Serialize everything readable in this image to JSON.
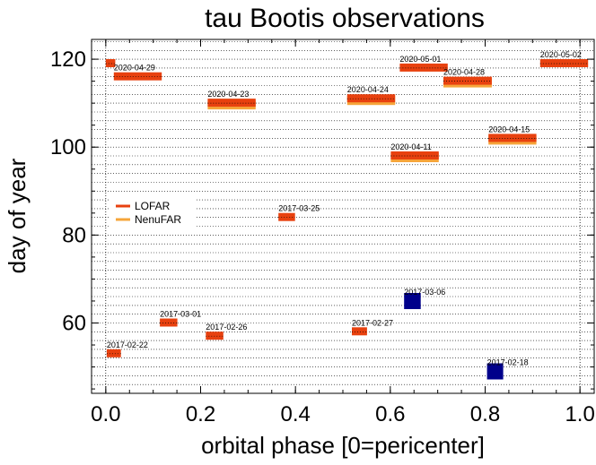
{
  "chart_data": {
    "type": "scatter",
    "title": "tau Bootis observations",
    "xlabel": "orbital phase [0=pericenter]",
    "ylabel": "day of year",
    "xlim": [
      -0.03,
      1.03
    ],
    "ylim": [
      44,
      124.5
    ],
    "xticks": [
      0.0,
      0.2,
      0.4,
      0.6,
      0.8,
      1.0
    ],
    "xtick_labels": [
      "0.0",
      "0.2",
      "0.4",
      "0.6",
      "0.8",
      "1.0"
    ],
    "yticks": [
      60,
      80,
      100,
      120
    ],
    "ytick_labels": [
      "60",
      "80",
      "100",
      "120"
    ],
    "vertical_dotted_lines": [
      0.0,
      1.0
    ],
    "horizontal_dotted_spacing": 2,
    "grid": true,
    "legend": {
      "placement": "left",
      "entries": [
        {
          "name": "LOFAR",
          "color": "#e8410f"
        },
        {
          "name": "NenuFAR",
          "color": "#f6a53a"
        }
      ]
    },
    "colors": {
      "lofar": "#e8410f",
      "nenufar": "#f6a53a",
      "other": "#00008b",
      "grid": "#000000"
    },
    "observations": [
      {
        "label": "2017-02-18",
        "date": "2017-02-18",
        "x_start": 0.804,
        "x_end": 0.838,
        "y": 49,
        "kind": "other"
      },
      {
        "label": "2017-02-22",
        "date": "2017-02-22",
        "x_start": 0.002,
        "x_end": 0.032,
        "y": 53,
        "kind": "lofar"
      },
      {
        "label": "2017-02-26",
        "date": "2017-02-26",
        "x_start": 0.211,
        "x_end": 0.248,
        "y": 57,
        "kind": "lofar"
      },
      {
        "label": "2017-02-27",
        "date": "2017-02-27",
        "x_start": 0.519,
        "x_end": 0.551,
        "y": 58,
        "kind": "lofar"
      },
      {
        "label": "2017-03-01",
        "date": "2017-03-01",
        "x_start": 0.114,
        "x_end": 0.151,
        "y": 60,
        "kind": "lofar"
      },
      {
        "label": "2017-03-06",
        "date": "2017-03-06",
        "x_start": 0.629,
        "x_end": 0.664,
        "y": 65,
        "kind": "other"
      },
      {
        "label": "2017-03-25",
        "date": "2017-03-25",
        "x_start": 0.364,
        "x_end": 0.399,
        "y": 84,
        "kind": "lofar"
      },
      {
        "label": "2020-04-11",
        "date": "2020-04-11",
        "x_start": 0.601,
        "x_end": 0.702,
        "y": 98,
        "kind": "both"
      },
      {
        "label": "2020-04-15",
        "date": "2020-04-15",
        "x_start": 0.807,
        "x_end": 0.908,
        "y": 102,
        "kind": "both"
      },
      {
        "label": "2020-04-23",
        "date": "2020-04-23",
        "x_start": 0.215,
        "x_end": 0.316,
        "y": 110,
        "kind": "both"
      },
      {
        "label": "2020-04-24",
        "date": "2020-04-24",
        "x_start": 0.509,
        "x_end": 0.61,
        "y": 111,
        "kind": "both"
      },
      {
        "label": "2020-04-28",
        "date": "2020-04-28",
        "x_start": 0.712,
        "x_end": 0.814,
        "y": 115,
        "kind": "both"
      },
      {
        "label": "2020-04-29",
        "date": "2020-04-29",
        "x_start": 0.017,
        "x_end": 0.118,
        "y": 116,
        "kind": "lofar"
      },
      {
        "label": "2020-05-01",
        "date": "2020-05-01",
        "x_start": 0.62,
        "x_end": 0.721,
        "y": 118,
        "kind": "lofar"
      },
      {
        "label": "2020-05-02",
        "date": "2020-05-02",
        "x_start": 0.916,
        "x_end": 1.017,
        "y": 119,
        "kind": "lofar"
      },
      {
        "label": "",
        "date": "",
        "x_start": 0.0,
        "x_end": 0.02,
        "y": 119,
        "kind": "lofar"
      }
    ]
  }
}
